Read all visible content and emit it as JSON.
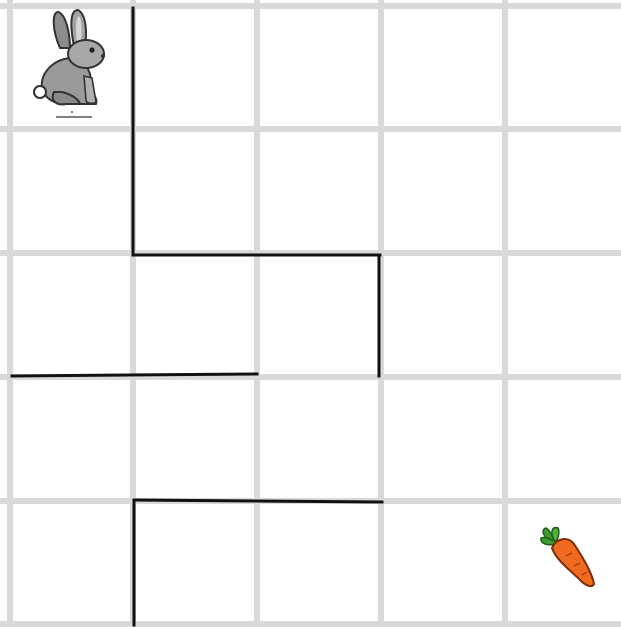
{
  "board": {
    "rows": 5,
    "cols": 5,
    "grid_color": "#d9d9d9",
    "wall_color": "#111111",
    "background": "#ffffff"
  },
  "pieces": {
    "rabbit": {
      "name": "rabbit-icon",
      "row": 0,
      "col": 0
    },
    "carrot": {
      "name": "carrot-icon",
      "row": 4,
      "col": 4
    }
  },
  "walls": [
    {
      "orientation": "vertical",
      "at_col_line": 1,
      "from_row": 0,
      "to_row": 2
    },
    {
      "orientation": "horizontal",
      "at_row_line": 2,
      "from_col": 1,
      "to_col": 3
    },
    {
      "orientation": "vertical",
      "at_col_line": 3,
      "from_row": 2,
      "to_row": 3
    },
    {
      "orientation": "horizontal",
      "at_row_line": 3,
      "from_col": 0,
      "to_col": 2
    },
    {
      "orientation": "horizontal",
      "at_row_line": 4,
      "from_col": 1,
      "to_col": 3
    },
    {
      "orientation": "vertical",
      "at_col_line": 1,
      "from_row": 4,
      "to_row": 5
    }
  ]
}
